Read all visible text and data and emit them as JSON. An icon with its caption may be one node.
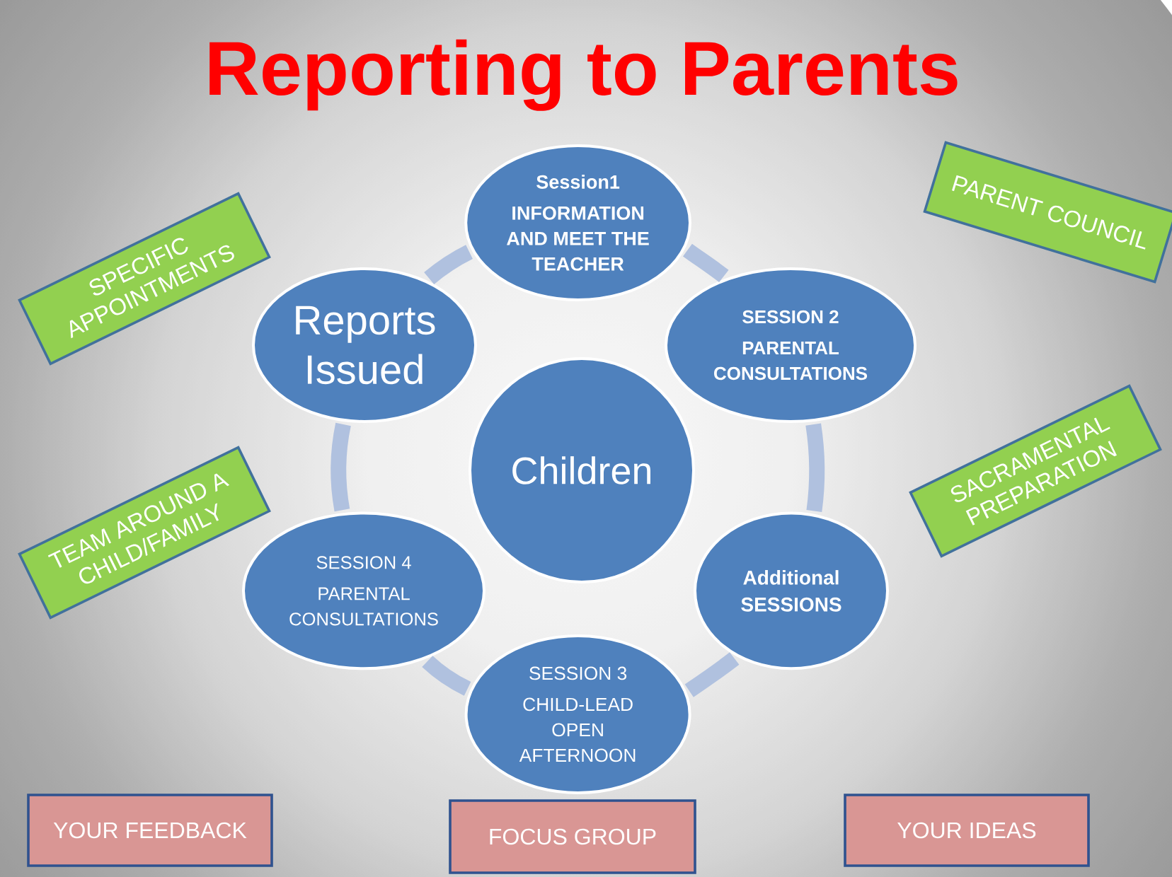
{
  "diagram": {
    "title": "Reporting to Parents",
    "nodes": [
      {
        "text": [
          "Children"
        ]
      },
      {
        "text": [
          "Session1",
          "INFORMATION AND MEET THE TEACHER"
        ]
      },
      {
        "text": [
          "SESSION 2",
          "PARENTAL CONSULTATIONS"
        ]
      },
      {
        "text": [
          "Additional SESSIONS"
        ]
      },
      {
        "text": [
          "SESSION 3",
          "CHILD-LEAD OPEN AFTERNOON"
        ]
      },
      {
        "text": [
          "SESSION 4",
          "PARENTAL CONSULTATIONS"
        ]
      },
      {
        "text": [
          "Reports Issued"
        ]
      },
      {
        "text": [
          "SPECIFIC APPOINTMENTS"
        ]
      },
      {
        "text": [
          "TEAM AROUND A CHILD/FAMILY"
        ]
      },
      {
        "text": [
          "PARENT COUNCIL"
        ]
      },
      {
        "text": [
          "SACRAMENTAL PREPARATION"
        ]
      },
      {
        "text": [
          "YOUR FEEDBACK"
        ]
      },
      {
        "text": [
          "FOCUS GROUP"
        ]
      },
      {
        "text": [
          "YOUR IDEAS"
        ]
      }
    ],
    "edges": [
      {
        "from": 1,
        "to": 2,
        "arrow": "none"
      },
      {
        "from": 2,
        "to": 3,
        "arrow": "none"
      },
      {
        "from": 3,
        "to": 4,
        "arrow": "none"
      },
      {
        "from": 4,
        "to": 5,
        "arrow": "none"
      },
      {
        "from": 5,
        "to": 6,
        "arrow": "none"
      },
      {
        "from": 6,
        "to": 1,
        "arrow": "none"
      }
    ]
  }
}
